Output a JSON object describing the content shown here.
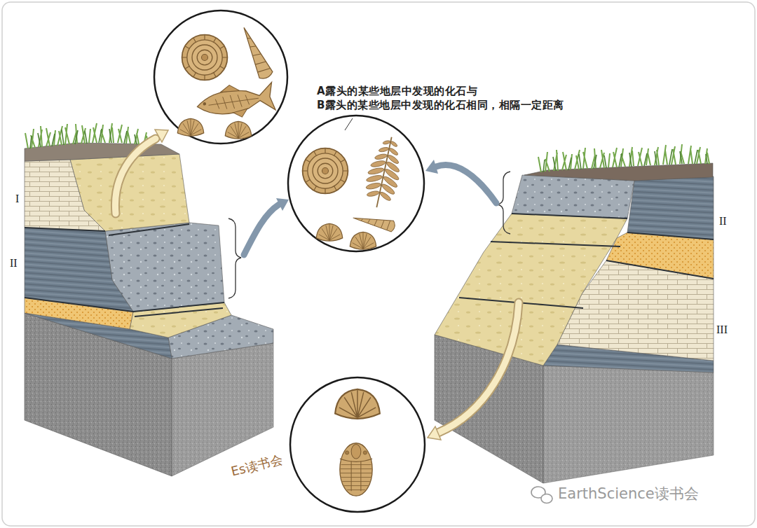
{
  "diagram": {
    "labels": [
      "A露头的某些地层中发现的化石与 B露头的某些地层中发现的化石相同，相隔一定距离",
      "I",
      "II",
      "II",
      "III",
      "Es读书会",
      "EarthScience读书会"
    ]
  }
}
